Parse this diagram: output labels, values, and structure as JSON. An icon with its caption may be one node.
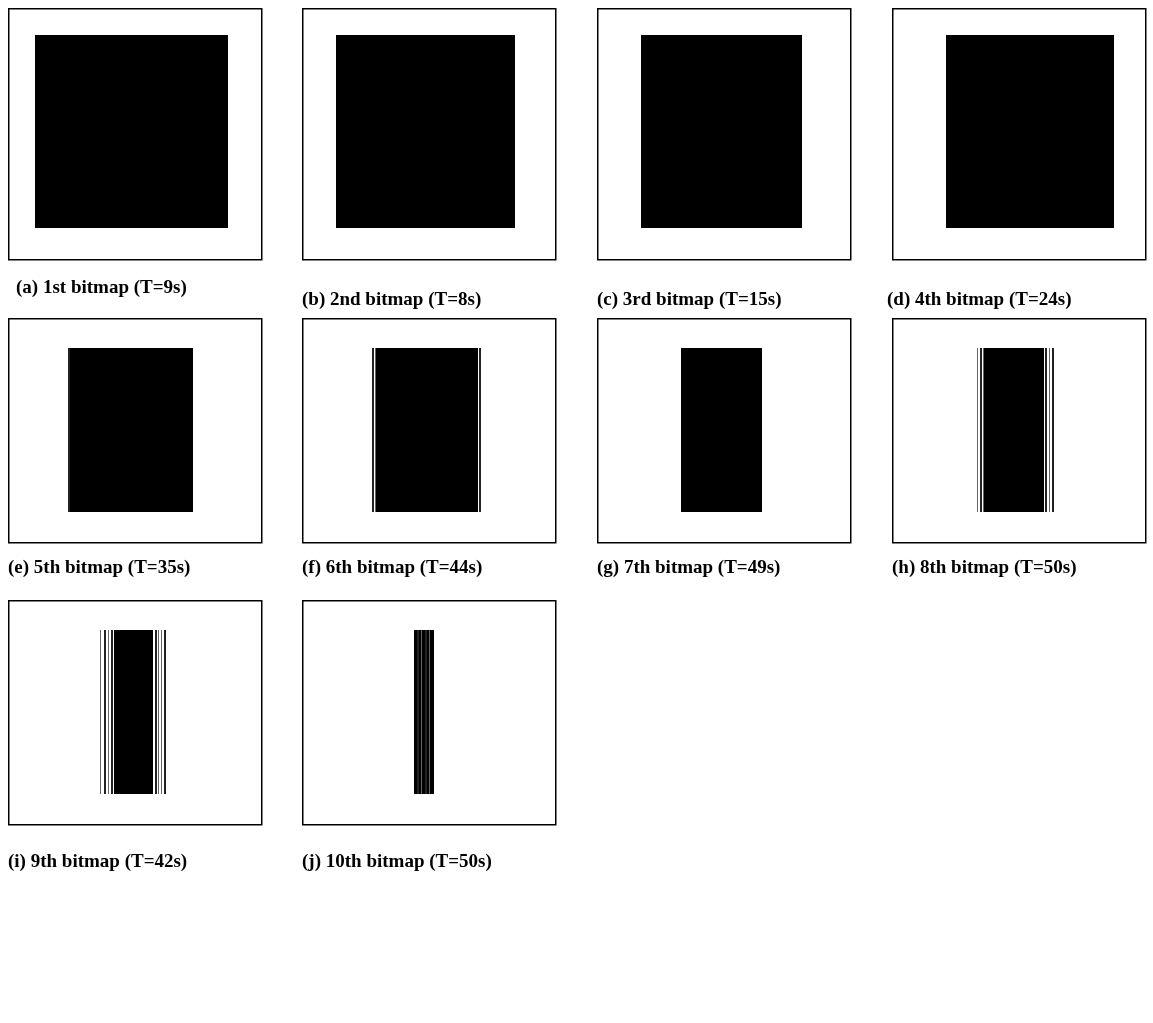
{
  "diagram": {
    "nodes": [
      {
        "text": [
          "(a) 1st bitmap (T=9s)"
        ]
      },
      {
        "text": [
          "(b) 2nd bitmap (T=8s)"
        ]
      },
      {
        "text": [
          "(c) 3rd bitmap (T=15s)"
        ]
      },
      {
        "text": [
          "(d) 4th bitmap (T=24s)"
        ]
      },
      {
        "text": [
          "(e) 5th bitmap (T=35s)"
        ]
      },
      {
        "text": [
          "(f) 6th bitmap (T=44s)"
        ]
      },
      {
        "text": [
          "(g) 7th bitmap (T=49s)"
        ]
      },
      {
        "text": [
          "(h) 8th bitmap (T=50s)"
        ]
      },
      {
        "text": [
          "(i) 9th bitmap (T=42s)"
        ]
      },
      {
        "text": [
          "(j) 10th bitmap (T=50s)"
        ]
      }
    ]
  }
}
